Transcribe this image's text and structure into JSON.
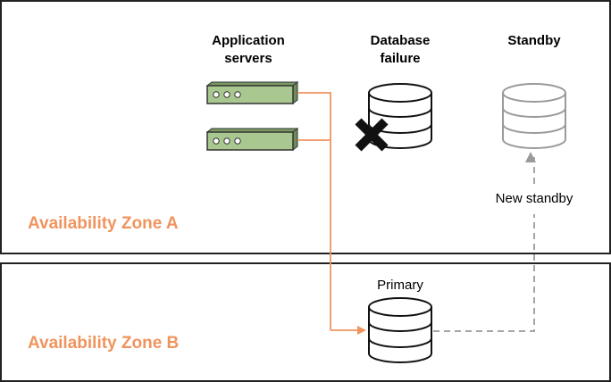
{
  "headers": {
    "app_servers": "Application\nservers",
    "db_failure": "Database\nfailure",
    "standby": "Standby"
  },
  "labels": {
    "new_standby": "New standby",
    "primary": "Primary"
  },
  "zones": {
    "a": "Availability Zone A",
    "b": "Availability Zone B"
  },
  "colors": {
    "zone_label": "#f0945e",
    "connector": "#f0945e",
    "server_fill": "#a8c890",
    "standby_gray": "#9a9a9a",
    "failure_x": "#111111"
  },
  "icons": {
    "server": "server-icon",
    "database": "database-icon",
    "failure": "x-mark-icon"
  }
}
